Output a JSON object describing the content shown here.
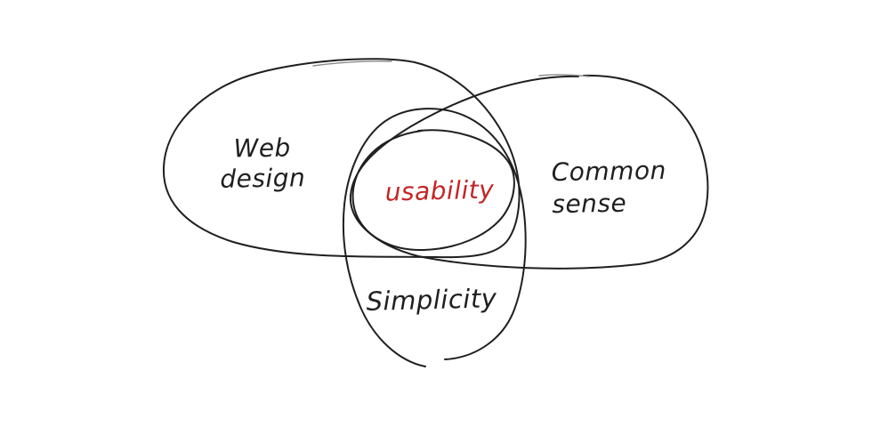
{
  "colors": {
    "ink": "#1f1f1f",
    "accent": "#c32424",
    "background": "#ffffff"
  },
  "diagram": {
    "type": "venn-sketch",
    "style": "hand-drawn",
    "sets": {
      "web_design": {
        "line1": "Web",
        "line2": "design"
      },
      "common_sense": {
        "line1": "Common",
        "line2": "sense"
      },
      "simplicity": {
        "label": "Simplicity"
      }
    },
    "intersection": {
      "label": "usability"
    }
  }
}
